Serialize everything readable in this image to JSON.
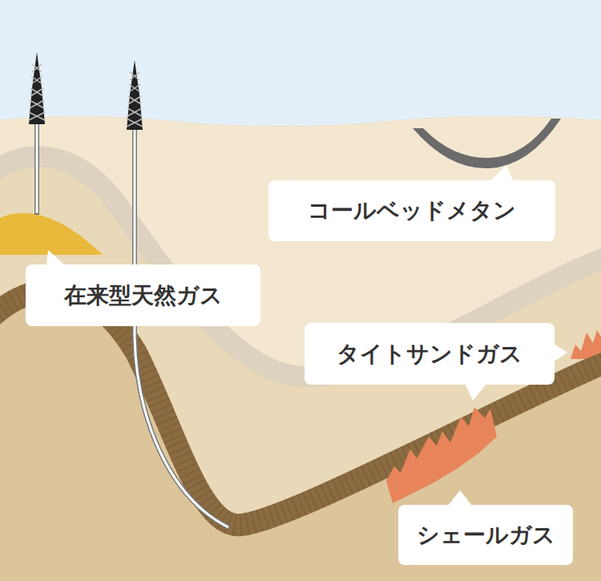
{
  "diagram": {
    "nodes": [
      {
        "text": [
          "コールベッドメタン"
        ]
      },
      {
        "text": [
          "在来型天然ガス"
        ]
      },
      {
        "text": [
          "タイトサンドガス"
        ]
      },
      {
        "text": [
          "シェールガス"
        ]
      }
    ]
  }
}
